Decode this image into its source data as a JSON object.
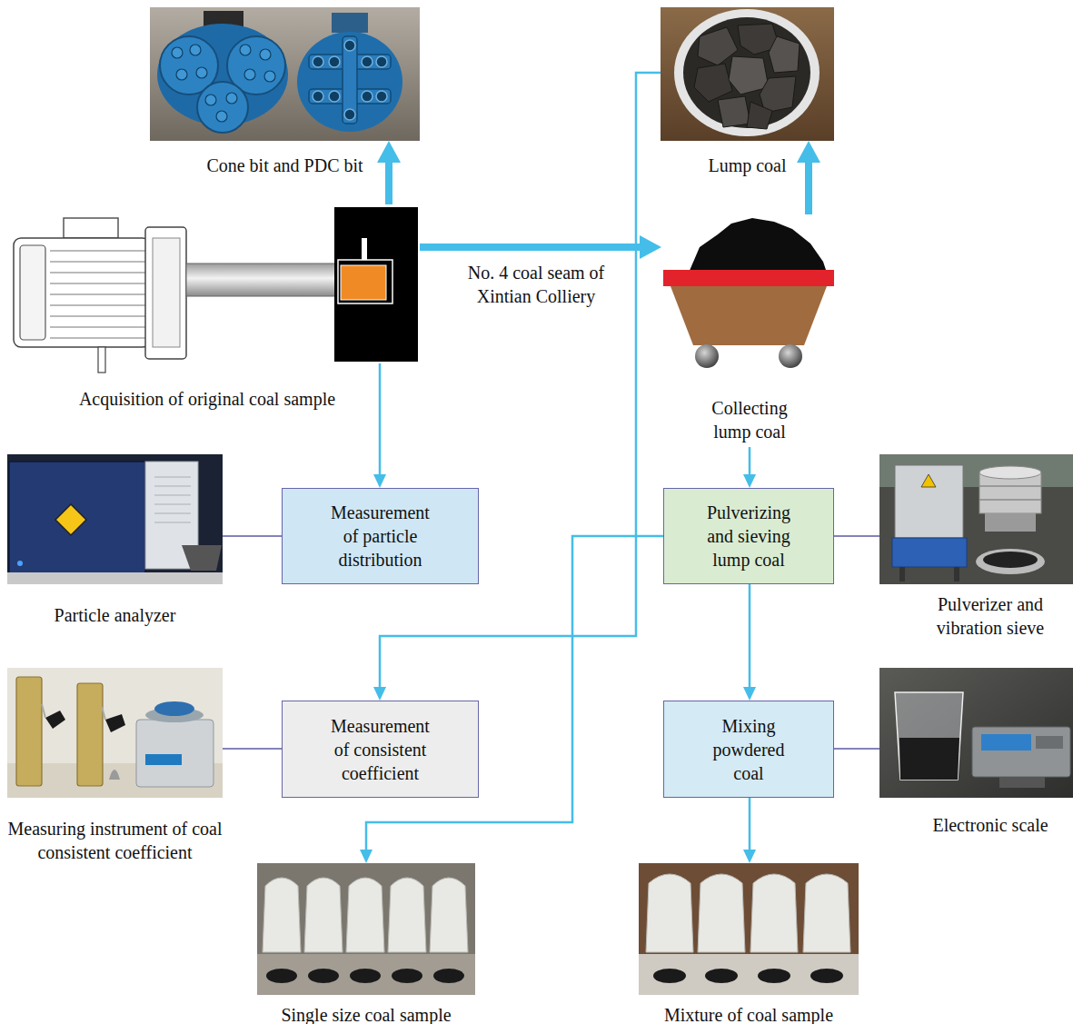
{
  "diagram": {
    "nodes": [
      {
        "text": [
          "Cone bit and PDC bit"
        ]
      },
      {
        "text": [
          "Lump coal"
        ]
      },
      {
        "text": [
          "Acquisition of original coal sample"
        ]
      },
      {
        "text": [
          "Collecting lump coal"
        ]
      },
      {
        "text": [
          "Measurement of particle distribution"
        ]
      },
      {
        "text": [
          "Particle analyzer"
        ]
      },
      {
        "text": [
          "Pulverizing and sieving lump coal"
        ]
      },
      {
        "text": [
          "Pulverizer and vibration sieve"
        ]
      },
      {
        "text": [
          "Measurement of consistent coefficient"
        ]
      },
      {
        "text": [
          "Measuring instrument of coal consistent coefficient"
        ]
      },
      {
        "text": [
          "Mixing powdered coal"
        ]
      },
      {
        "text": [
          "Electronic scale"
        ]
      },
      {
        "text": [
          "Single size coal sample"
        ]
      },
      {
        "text": [
          "Mixture of coal sample"
        ]
      }
    ],
    "edges": [
      {
        "from": 2,
        "to": 0,
        "arrow": "to"
      },
      {
        "from": 2,
        "to": 3,
        "label": "No. 4 coal seam of Xintian Colliery",
        "arrow": "to"
      },
      {
        "from": 3,
        "to": 1,
        "arrow": "to"
      },
      {
        "from": 2,
        "to": 4,
        "arrow": "to"
      },
      {
        "from": 1,
        "to": 8,
        "arrow": "to"
      },
      {
        "from": 3,
        "to": 6,
        "arrow": "to"
      },
      {
        "from": 6,
        "to": 12,
        "arrow": "to"
      },
      {
        "from": 6,
        "to": 10,
        "arrow": "to"
      },
      {
        "from": 10,
        "to": 13,
        "arrow": "to"
      },
      {
        "from": 4,
        "to": 5,
        "arrow": "none"
      },
      {
        "from": 6,
        "to": 7,
        "arrow": "none"
      },
      {
        "from": 8,
        "to": 9,
        "arrow": "none"
      },
      {
        "from": 10,
        "to": 11,
        "arrow": "none"
      }
    ]
  }
}
